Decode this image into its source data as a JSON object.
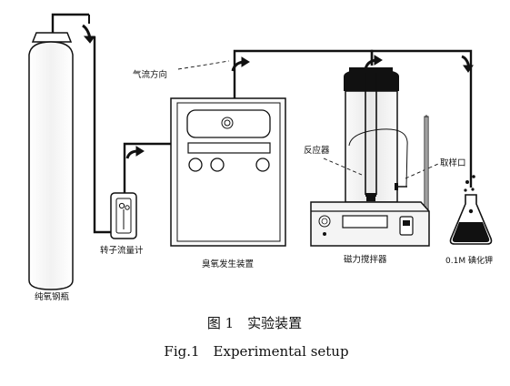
{
  "labels": {
    "cylinder": "纯氧钢瓶",
    "flowmeter": "转子流量计",
    "ozone_generator": "臭氧发生装置",
    "reactor": "反应器",
    "stirrer": "磁力搅拌器",
    "sampling_port": "取样口",
    "airflow_direction": "气流方向",
    "ki_flask": "0.1M 碘化钾"
  },
  "caption": {
    "cn": "图 1　实验装置",
    "en": "Fig.1　Experimental setup"
  }
}
